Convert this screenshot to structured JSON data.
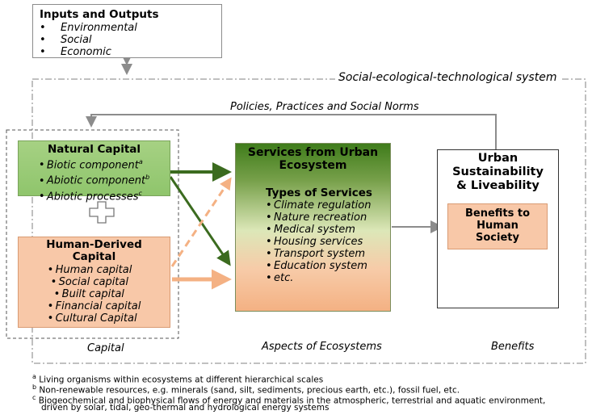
{
  "inputs_outputs": {
    "title": "Inputs and Outputs",
    "items": [
      "Environmental",
      "Social",
      "Economic"
    ]
  },
  "system_label": "Social-ecological-technological system",
  "policies_label": "Policies, Practices and Social Norms",
  "natural_capital": {
    "title": "Natural Capital",
    "items": [
      "Biotic component",
      "Abiotic component",
      "Abiotic processes"
    ],
    "sups": [
      "a",
      "b",
      "c"
    ]
  },
  "human_capital": {
    "title_line1": "Human-Derived",
    "title_line2": "Capital",
    "items": [
      "Human capital",
      "Social capital",
      "Built capital",
      "Financial capital",
      "Cultural Capital"
    ]
  },
  "services": {
    "title_line1": "Services from Urban",
    "title_line2": "Ecosystem",
    "subtitle": "Types of Services",
    "items": [
      "Climate regulation",
      "Nature recreation",
      "Medical system",
      "Housing services",
      "Transport system",
      "Education system",
      "etc."
    ]
  },
  "urban": {
    "title_line1": "Urban",
    "title_line2": "Sustainability",
    "title_line3": "& Liveability"
  },
  "benefits_box": {
    "line1": "Benefits to",
    "line2": "Human",
    "line3": "Society"
  },
  "column_labels": {
    "capital": "Capital",
    "aspects": "Aspects of Ecosystems",
    "benefits": "Benefits"
  },
  "footnotes": [
    {
      "sup": "a",
      "text": "Living organisms within ecosystems at different hierarchical scales"
    },
    {
      "sup": "b",
      "text": "Non-renewable resources, e.g. minerals (sand, silt, sediments, precious earth, etc.), fossil fuel, etc."
    },
    {
      "sup": "c",
      "text": "Biogeochemical and biophysical flows of energy and materials in the atmospheric, terrestrial and aquatic environment,"
    },
    {
      "sup": "",
      "text": "driven by solar, tidal, geo-thermal and hydrological energy systems"
    }
  ],
  "colors": {
    "dark_green_arrow": "#3b6b1f",
    "orange_arrow": "#f4b183",
    "gray_arrow": "#8c8c8c"
  }
}
